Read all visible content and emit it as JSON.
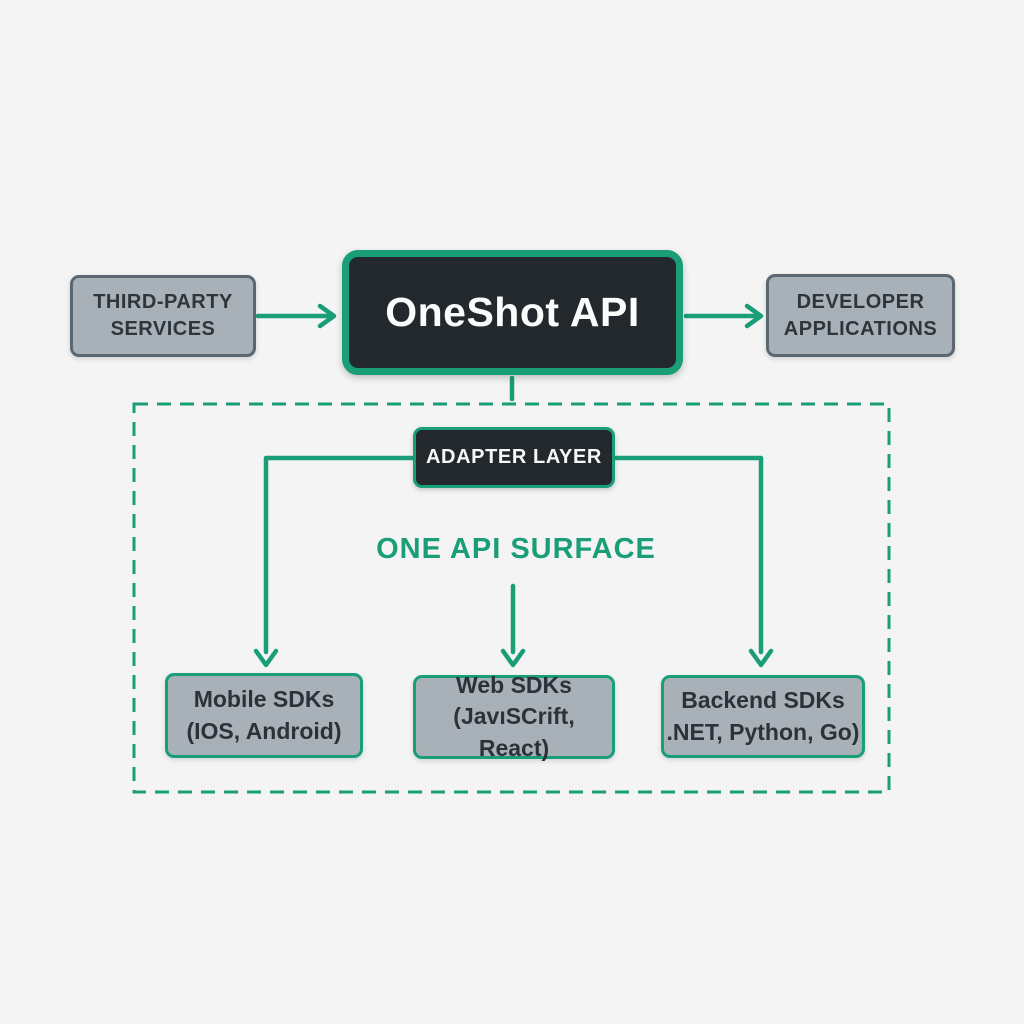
{
  "colors": {
    "green": "#1a9e78",
    "dark": "#23282d",
    "box_gray": "#a9b1b8",
    "box_gray_border": "#5b6771",
    "text_dark": "#2e363d",
    "bg": "#f3f4f3"
  },
  "nodes": {
    "third_party": {
      "lines": [
        "THIRD-PARTY",
        "SERVICES"
      ]
    },
    "oneshot": {
      "label": "OneShot API"
    },
    "developer": {
      "lines": [
        "DEVELOPER",
        "APPLICATIONS"
      ]
    },
    "adapter": {
      "label": "ADAPTER LAYER"
    },
    "surface": {
      "label": "ONE API SURFACE"
    },
    "mobile_sdk": {
      "lines": [
        "Mobile SDKs",
        "(IOS, Android)"
      ]
    },
    "web_sdk": {
      "lines": [
        "Web SDKs",
        "(JavıSCrift, React)"
      ]
    },
    "backend_sdk": {
      "lines": [
        "Backend SDKs",
        ".NET, Python, Go)"
      ]
    }
  }
}
